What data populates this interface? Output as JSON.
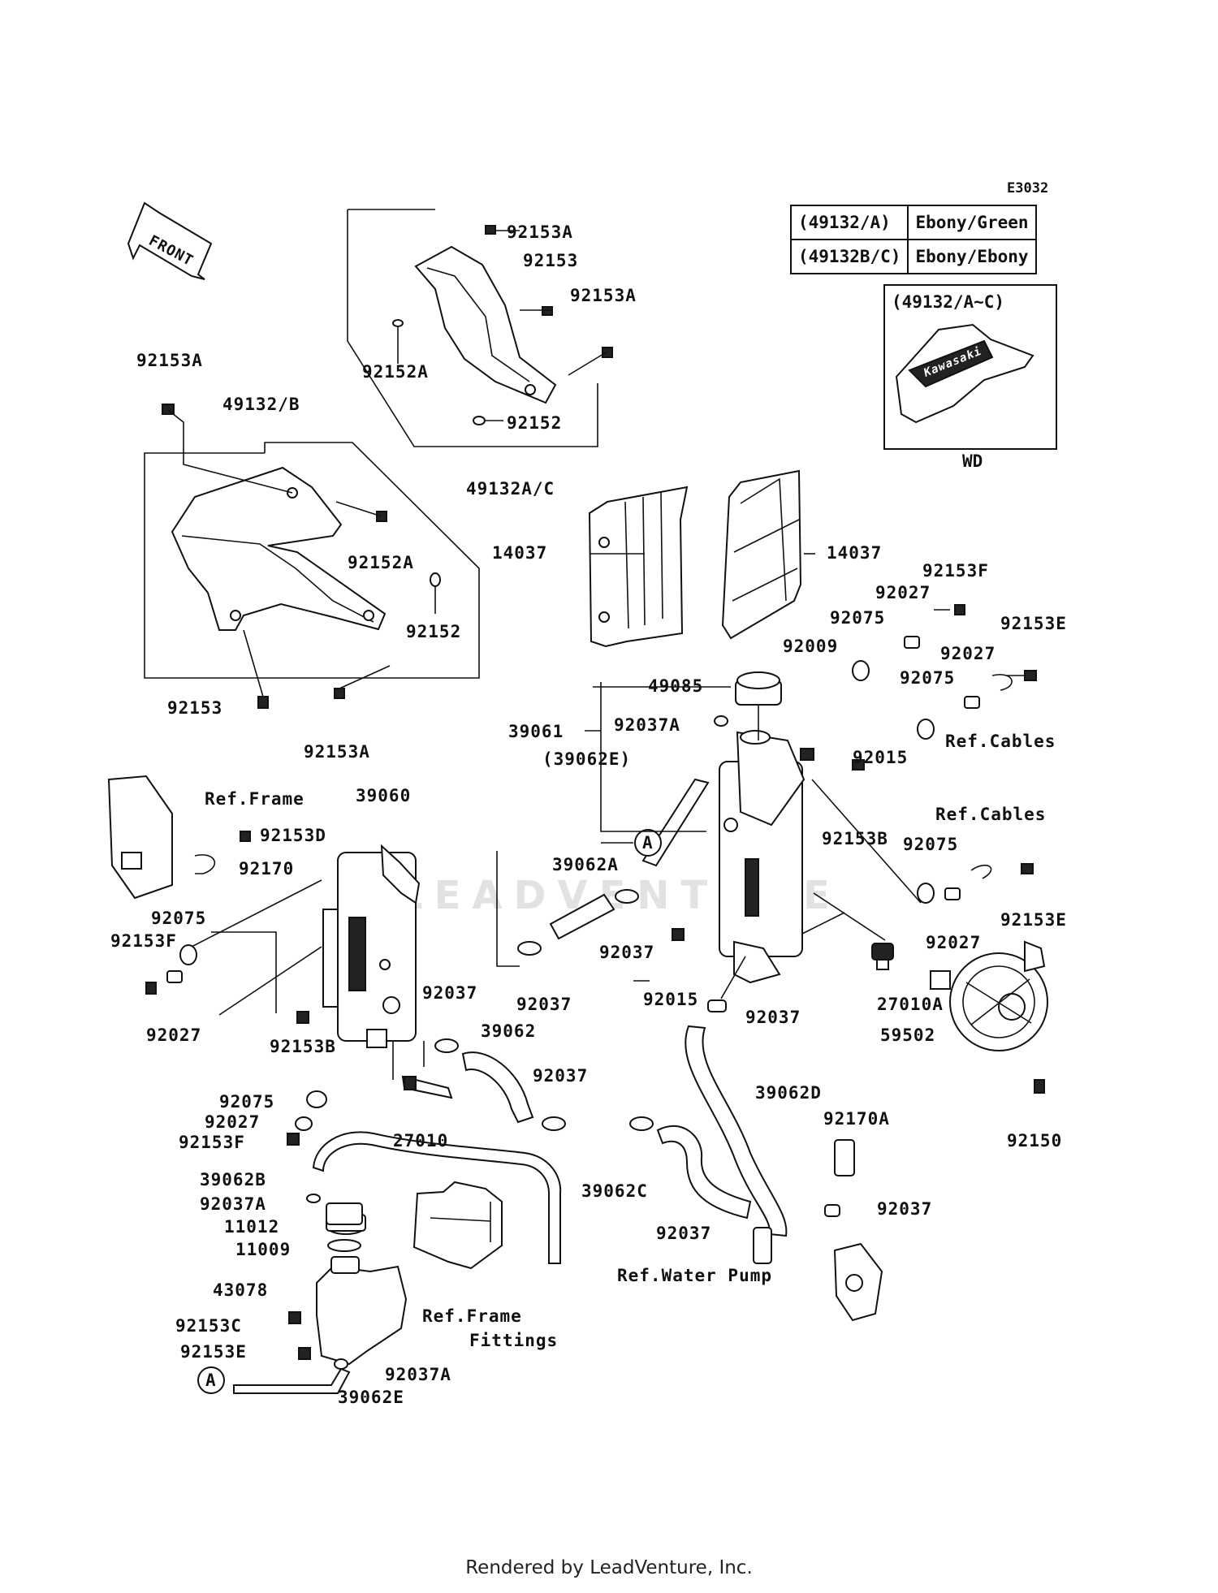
{
  "diagram_code": "E3032",
  "front_arrow_label": "FRONT",
  "legend": [
    {
      "code": "(49132/A)",
      "color": "Ebony/Green"
    },
    {
      "code": "(49132B/C)",
      "color": "Ebony/Ebony"
    }
  ],
  "inset": {
    "title": "(49132/A~C)",
    "label": "WD",
    "logo_text": "Kawasaki"
  },
  "watermark": "LEADVENTURE",
  "footer": "Rendered by LeadVenture, Inc.",
  "labels": {
    "l01": "92153A",
    "l02": "92153",
    "l03": "92153A",
    "l04": "92152A",
    "l05": "92152",
    "l06": "49132A/C",
    "l07": "92153A",
    "l08": "49132/B",
    "l09": "92152A",
    "l10": "92152",
    "l11": "92153",
    "l12": "92153A",
    "l13": "14037",
    "l14": "14037",
    "l15": "92153F",
    "l16": "92027",
    "l17": "92153E",
    "l18": "92075",
    "l19": "92027",
    "l20": "92009",
    "l21": "92075",
    "l22": "49085",
    "l23": "Ref.Cables",
    "l24": "39061",
    "l25": "92037A",
    "l26": "92015",
    "l27": "(39062E)",
    "l28": "92153B",
    "l29": "Ref.Frame",
    "l30": "39060",
    "l31": "92153D",
    "l32": "92170",
    "l33": "39062A",
    "l34": "Ref.Cables",
    "l35": "92075",
    "l36": "92153E",
    "l37": "92075",
    "l38": "92153F",
    "l39": "92037",
    "l40": "92027",
    "l41": "92027",
    "l42": "92037",
    "l43": "92015",
    "l44": "27010A",
    "l45": "92037",
    "l46": "39062",
    "l47": "92153B",
    "l48": "92037",
    "l49": "59502",
    "l50": "92075",
    "l51": "92027",
    "l52": "92037",
    "l53": "39062D",
    "l54": "92153F",
    "l55": "27010",
    "l56": "92170A",
    "l57": "92150",
    "l58": "39062B",
    "l59": "39062C",
    "l60": "92037A",
    "l61": "92037",
    "l62": "11012",
    "l63": "92037",
    "l64": "11009",
    "l65": "Ref.Water Pump",
    "l66": "43078",
    "l67": "Ref.Frame",
    "l68": "Fittings",
    "l69": "92153C",
    "l70": "92153E",
    "l71": "92037A",
    "l72": "A",
    "l73": "39062E",
    "l74": "A"
  }
}
